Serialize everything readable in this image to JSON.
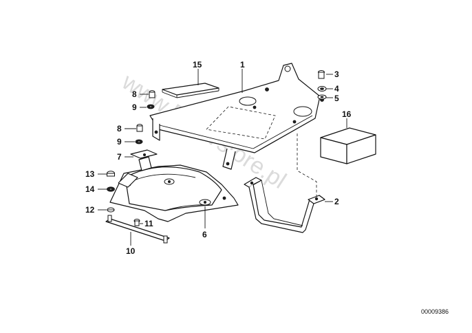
{
  "watermark": "www.BMWstore.pl",
  "drawing_code": "00009386",
  "callouts": {
    "c1": "1",
    "c2": "2",
    "c3": "3",
    "c4": "4",
    "c5": "5",
    "c6": "6",
    "c7": "7",
    "c8a": "8",
    "c8b": "8",
    "c9a": "9",
    "c9b": "9",
    "c10": "10",
    "c11": "11",
    "c12": "12",
    "c13": "13",
    "c14": "14",
    "c15": "15",
    "c16": "16"
  }
}
